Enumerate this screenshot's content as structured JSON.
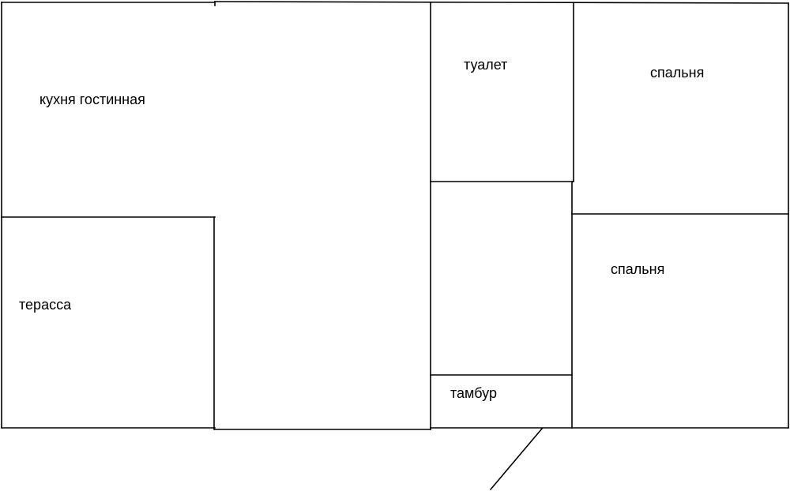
{
  "rooms": {
    "kitchen_living": "кухня гостинная",
    "toilet": "туалет",
    "bedroom_top": "спальня",
    "bedroom_bottom": "спальня",
    "terrace": "терасса",
    "vestibule": "тамбур"
  },
  "colors": {
    "walls": "#000000",
    "background": "#ffffff",
    "text": "#000000"
  }
}
